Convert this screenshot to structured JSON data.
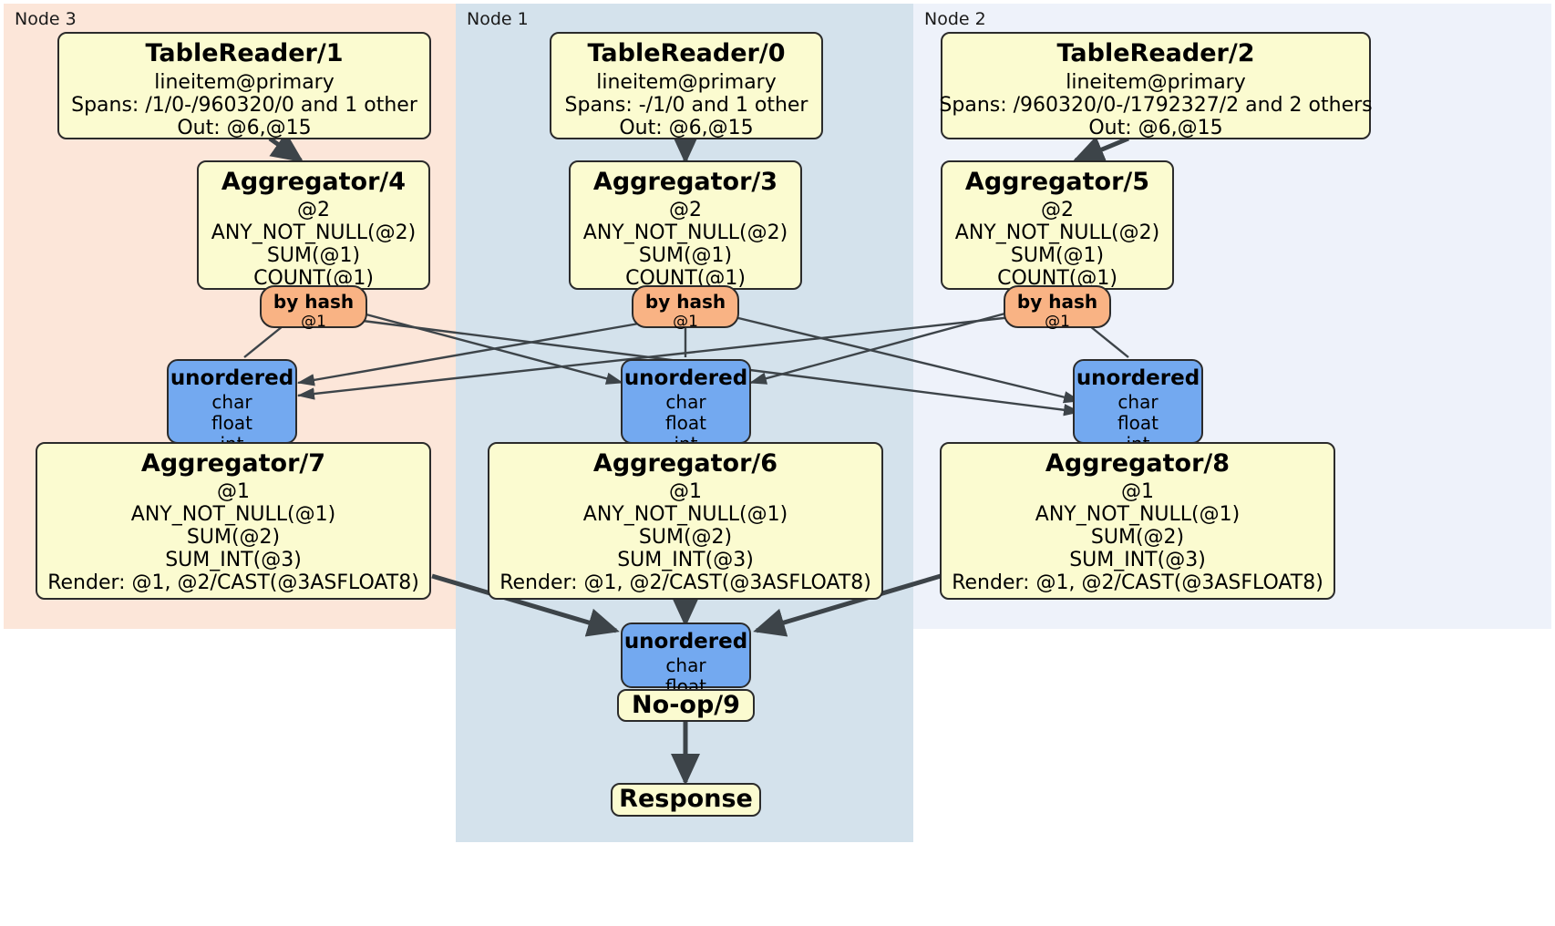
{
  "diagram": {
    "type": "distributed-query-plan",
    "colors": {
      "node3_bg": "#fce6d9",
      "node1_bg": "#d4e2ec",
      "node2_bg": "#eef2fa",
      "processor_bg": "#fbfbd0",
      "router_bg": "#f9b384",
      "synchronizer_bg": "#73a9f0",
      "stroke": "#2b2b2b"
    }
  },
  "nodes": [
    {
      "id": "node3",
      "label": "Node 3"
    },
    {
      "id": "node1",
      "label": "Node 1"
    },
    {
      "id": "node2",
      "label": "Node 2"
    }
  ],
  "readers": [
    {
      "title": "TableReader/1",
      "lines": [
        "lineitem@primary",
        "Spans: /1/0-/960320/0 and 1 other",
        "Out: @6,@15"
      ]
    },
    {
      "title": "TableReader/0",
      "lines": [
        "lineitem@primary",
        "Spans: -/1/0 and 1 other",
        "Out: @6,@15"
      ]
    },
    {
      "title": "TableReader/2",
      "lines": [
        "lineitem@primary",
        "Spans: /960320/0-/1792327/2 and 2 others",
        "Out: @6,@15"
      ]
    }
  ],
  "aggregators_stage1": [
    {
      "title": "Aggregator/4",
      "lines": [
        "@2",
        "ANY_NOT_NULL(@2)",
        "SUM(@1)",
        "COUNT(@1)"
      ]
    },
    {
      "title": "Aggregator/3",
      "lines": [
        "@2",
        "ANY_NOT_NULL(@2)",
        "SUM(@1)",
        "COUNT(@1)"
      ]
    },
    {
      "title": "Aggregator/5",
      "lines": [
        "@2",
        "ANY_NOT_NULL(@2)",
        "SUM(@1)",
        "COUNT(@1)"
      ]
    }
  ],
  "routers": [
    {
      "title": "by hash",
      "lines": [
        "@1"
      ]
    },
    {
      "title": "by hash",
      "lines": [
        "@1"
      ]
    },
    {
      "title": "by hash",
      "lines": [
        "@1"
      ]
    }
  ],
  "synchronizers_stage1": [
    {
      "title": "unordered",
      "lines": [
        "char",
        "float",
        "int"
      ]
    },
    {
      "title": "unordered",
      "lines": [
        "char",
        "float",
        "int"
      ]
    },
    {
      "title": "unordered",
      "lines": [
        "char",
        "float",
        "int"
      ]
    }
  ],
  "aggregators_stage2": [
    {
      "title": "Aggregator/7",
      "lines": [
        "@1",
        "ANY_NOT_NULL(@1)",
        "SUM(@2)",
        "SUM_INT(@3)",
        "Render: @1, @2/CAST(@3ASFLOAT8)"
      ]
    },
    {
      "title": "Aggregator/6",
      "lines": [
        "@1",
        "ANY_NOT_NULL(@1)",
        "SUM(@2)",
        "SUM_INT(@3)",
        "Render: @1, @2/CAST(@3ASFLOAT8)"
      ]
    },
    {
      "title": "Aggregator/8",
      "lines": [
        "@1",
        "ANY_NOT_NULL(@1)",
        "SUM(@2)",
        "SUM_INT(@3)",
        "Render: @1, @2/CAST(@3ASFLOAT8)"
      ]
    }
  ],
  "final_synchronizer": {
    "title": "unordered",
    "lines": [
      "char",
      "float"
    ]
  },
  "noop": {
    "title": "No-op/9"
  },
  "response": {
    "title": "Response"
  }
}
